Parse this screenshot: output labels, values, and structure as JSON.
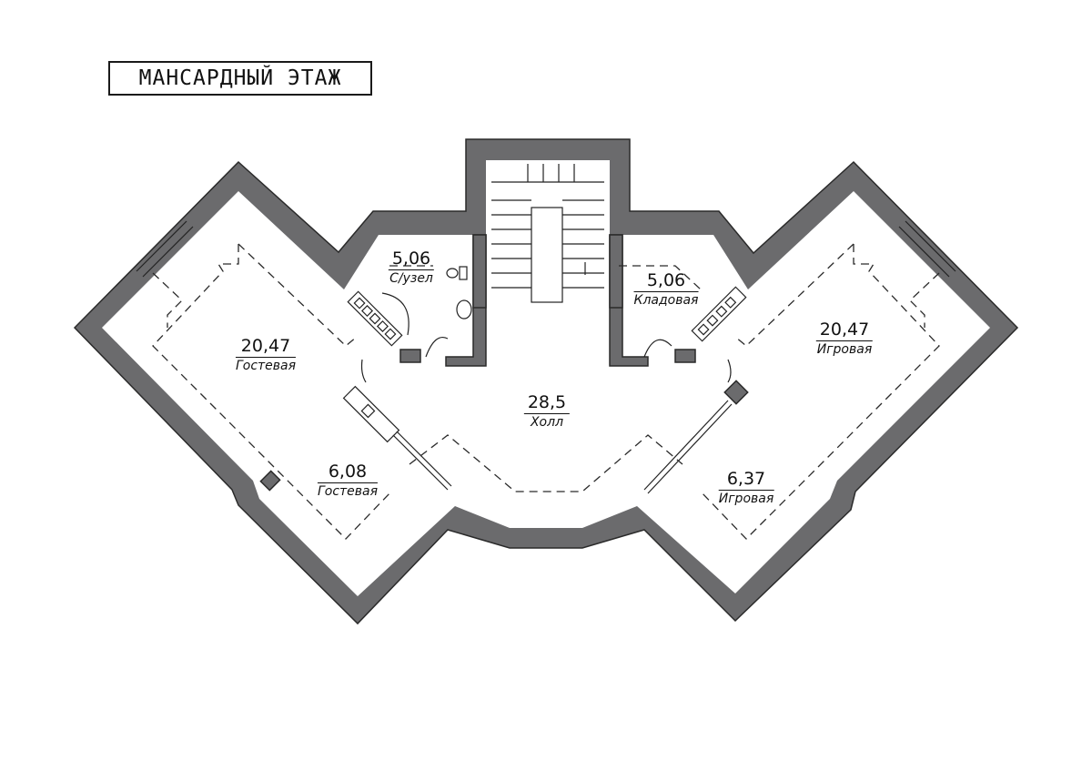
{
  "plan": {
    "title": "МАНСАРДНЫЙ ЭТАЖ",
    "rooms": [
      {
        "id": "guest-large",
        "area": "20,47",
        "name": "Гостевая"
      },
      {
        "id": "guest-small",
        "area": "6,08",
        "name": "Гостевая"
      },
      {
        "id": "bathroom",
        "area": "5,06",
        "name": "С/узел"
      },
      {
        "id": "hall",
        "area": "28,5",
        "name": "Холл"
      },
      {
        "id": "storage",
        "area": "5,06",
        "name": "Кладовая"
      },
      {
        "id": "playroom-large",
        "area": "20,47",
        "name": "Игровая"
      },
      {
        "id": "playroom-small",
        "area": "6,37",
        "name": "Игровая"
      }
    ],
    "colors": {
      "wall": "#6b6b6d",
      "line": "#222222",
      "background": "#ffffff"
    }
  }
}
